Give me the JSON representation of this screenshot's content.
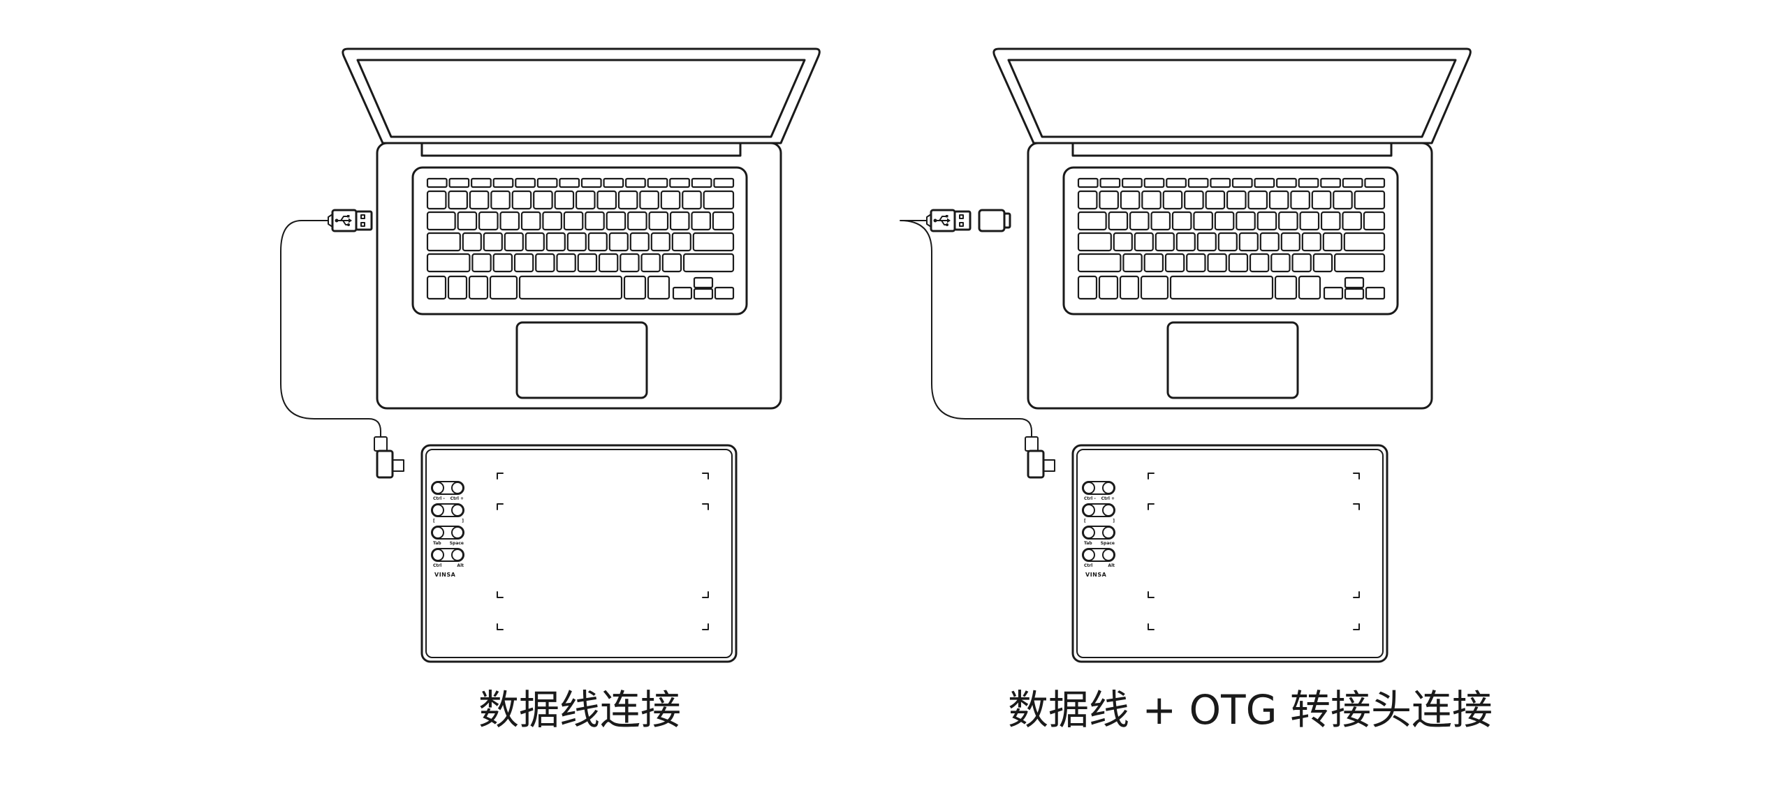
{
  "captions": {
    "left": "数据线连接",
    "right": "数据线 + OTG 转接头连接"
  },
  "tablet": {
    "brand": "VINSA",
    "button_labels": [
      [
        "Ctrl -",
        "Ctrl +"
      ],
      [
        "[",
        "]"
      ],
      [
        "Tab",
        "Space"
      ],
      [
        "Ctrl",
        "Alt"
      ]
    ]
  },
  "icons": {
    "usb_symbol": "usb-icon",
    "otg_adapter": "otg-adapter-icon"
  },
  "colors": {
    "stroke": "#1a1a1a",
    "background": "#ffffff"
  }
}
